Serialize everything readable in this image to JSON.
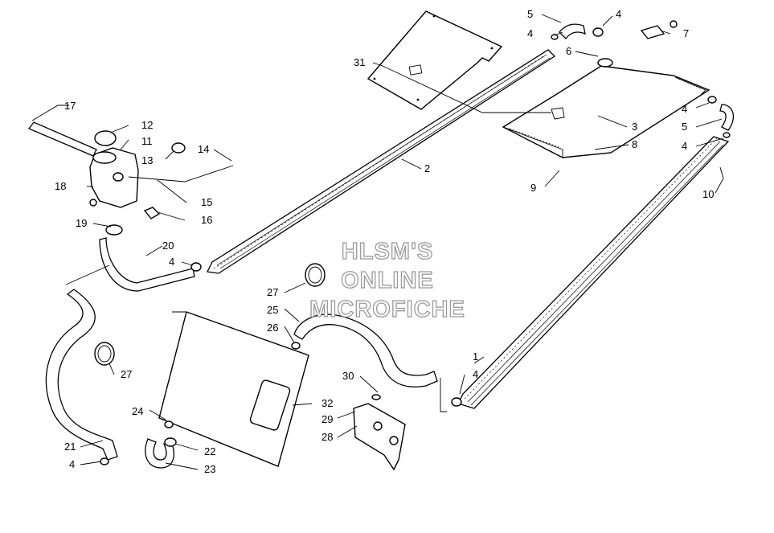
{
  "watermark": {
    "line1": "HLSM'S",
    "line2": "ONLINE",
    "line3": "MICROFICHE"
  },
  "callouts": [
    {
      "id": "c-17",
      "text": "17"
    },
    {
      "id": "c-12",
      "text": "12"
    },
    {
      "id": "c-11",
      "text": "11"
    },
    {
      "id": "c-13",
      "text": "13"
    },
    {
      "id": "c-14",
      "text": "14"
    },
    {
      "id": "c-18",
      "text": "18"
    },
    {
      "id": "c-15",
      "text": "15"
    },
    {
      "id": "c-16",
      "text": "16"
    },
    {
      "id": "c-19",
      "text": "19"
    },
    {
      "id": "c-20",
      "text": "20"
    },
    {
      "id": "c-4a",
      "text": "4"
    },
    {
      "id": "c-31",
      "text": "31"
    },
    {
      "id": "c-2",
      "text": "2"
    },
    {
      "id": "c-5a",
      "text": "5"
    },
    {
      "id": "c-4b",
      "text": "4"
    },
    {
      "id": "c-4c",
      "text": "4"
    },
    {
      "id": "c-7",
      "text": "7"
    },
    {
      "id": "c-6",
      "text": "6"
    },
    {
      "id": "c-3",
      "text": "3"
    },
    {
      "id": "c-8",
      "text": "8"
    },
    {
      "id": "c-9",
      "text": "9"
    },
    {
      "id": "c-4d",
      "text": "4"
    },
    {
      "id": "c-5b",
      "text": "5"
    },
    {
      "id": "c-4e",
      "text": "4"
    },
    {
      "id": "c-10",
      "text": "10"
    },
    {
      "id": "c-27a",
      "text": "27"
    },
    {
      "id": "c-25",
      "text": "25"
    },
    {
      "id": "c-26",
      "text": "26"
    },
    {
      "id": "c-27b",
      "text": "27"
    },
    {
      "id": "c-1",
      "text": "1"
    },
    {
      "id": "c-4f",
      "text": "4"
    },
    {
      "id": "c-30",
      "text": "30"
    },
    {
      "id": "c-32",
      "text": "32"
    },
    {
      "id": "c-24",
      "text": "24"
    },
    {
      "id": "c-29",
      "text": "29"
    },
    {
      "id": "c-28",
      "text": "28"
    },
    {
      "id": "c-22",
      "text": "22"
    },
    {
      "id": "c-23",
      "text": "23"
    },
    {
      "id": "c-21",
      "text": "21"
    },
    {
      "id": "c-4g",
      "text": "4"
    }
  ]
}
